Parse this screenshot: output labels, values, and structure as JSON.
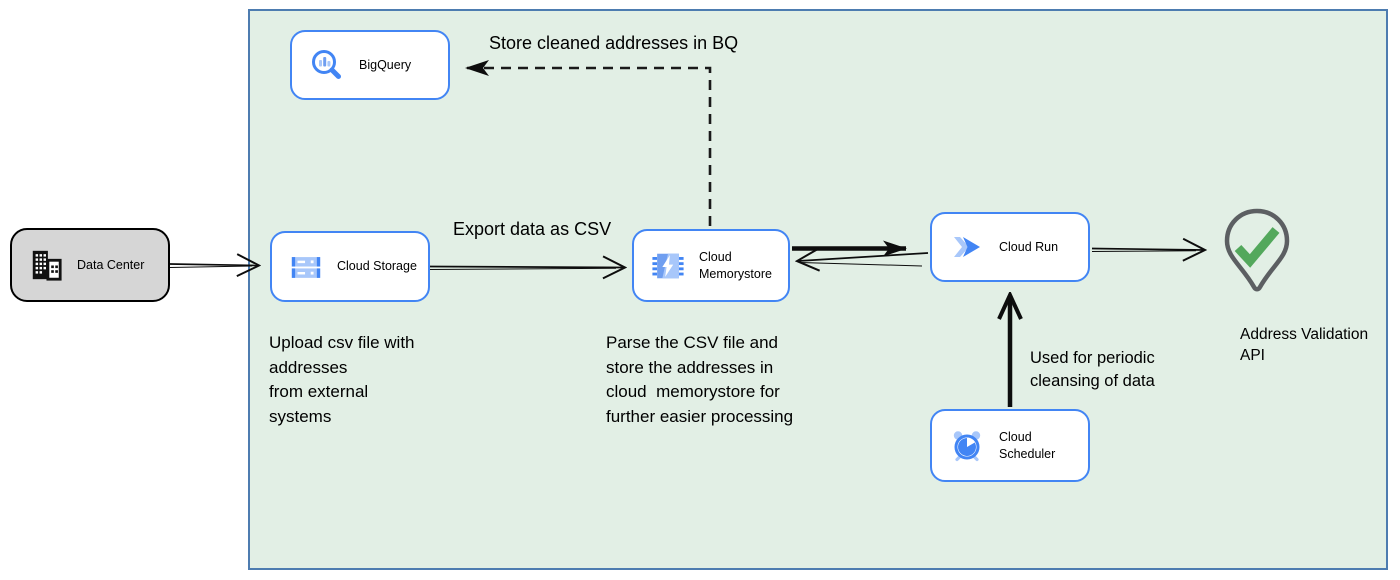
{
  "nodes": {
    "data_center": {
      "label": "Data Center"
    },
    "bigquery": {
      "label": "BigQuery"
    },
    "cloud_storage": {
      "label": "Cloud Storage"
    },
    "cloud_memorystore": {
      "label": "Cloud Memorystore"
    },
    "cloud_run": {
      "label": "Cloud Run"
    },
    "cloud_scheduler": {
      "label": "Cloud Scheduler"
    },
    "address_validation_api": {
      "label": "Address Validation API"
    }
  },
  "annotations": {
    "store_bq": "Store cleaned addresses in BQ",
    "export_csv": "Export data as CSV",
    "upload_note": "Upload csv file with\naddresses\nfrom external\nsystems",
    "parse_note": "Parse the CSV file and\nstore the addresses in\ncloud  memorystore for\nfurther easier processing",
    "scheduler_note": "Used for periodic\ncleansing of data"
  },
  "icons": {
    "data_center": "building-icon",
    "bigquery": "bigquery-search-chart-icon",
    "cloud_storage": "storage-buckets-icon",
    "cloud_memorystore": "memorystore-chip-bolt-icon",
    "cloud_run": "cloud-run-chevrons-icon",
    "cloud_scheduler": "scheduler-alarm-clock-icon",
    "address_validation_api": "location-pin-check-icon"
  },
  "colors": {
    "boundary_fill": "#e2efe5",
    "boundary_border": "#4d7cb0",
    "node_fill": "#ffffff",
    "node_border": "#4285f4",
    "data_center_fill": "#d6d6d6",
    "data_center_border": "#000000",
    "icon_blue": "#4285f4",
    "icon_blue_mid": "#6f9ef0",
    "icon_blue_light": "#a8c7fa",
    "pin_outline": "#5c5f62",
    "check_green": "#53a85c",
    "arrow_black": "#0d0d0d"
  }
}
